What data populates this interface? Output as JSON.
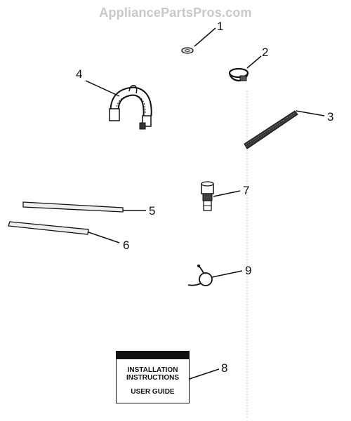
{
  "watermark": "AppliancePartsPros.com",
  "callouts": {
    "c1": "1",
    "c2": "2",
    "c3": "3",
    "c4": "4",
    "c5": "5",
    "c6": "6",
    "c7": "7",
    "c8": "8",
    "c9": "9"
  },
  "document": {
    "line1": "INSTALLATION",
    "line2": "INSTRUCTIONS",
    "line3": "USER GUIDE"
  }
}
